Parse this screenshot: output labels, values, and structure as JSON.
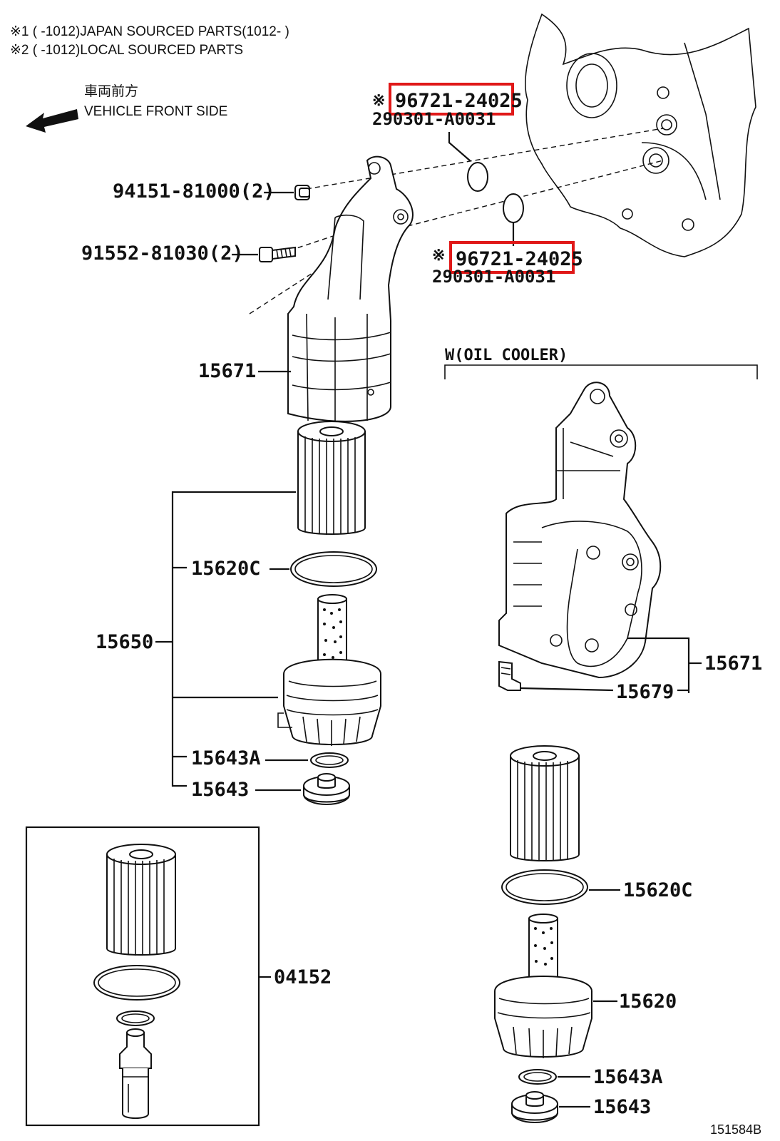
{
  "notes": {
    "line1": "※1 (      -1012)JAPAN SOURCED PARTS(1012-        )",
    "line2": "※2 (      -1012)LOCAL SOURCED PARTS"
  },
  "direction": {
    "jp": "車両前方",
    "en": "VEHICLE FRONT SIDE",
    "arrow_icon": "arrow-left-icon"
  },
  "labels": {
    "p94151": "94151-81000(2)",
    "p91552": "91552-81030(2)",
    "p96721a": "96721-24025",
    "p90301a": "290301-A0031",
    "p96721b": "96721-24025",
    "p90301b": "290301-A0031",
    "mark": "※",
    "p15671": "15671",
    "p15620c": "15620C",
    "p15650": "15650",
    "p15643a": "15643A",
    "p15643": "15643",
    "w_oil_cooler": "W(OIL COOLER)",
    "p15671_w": "15671",
    "p15679": "15679",
    "p04152": "04152",
    "p15620c_w": "15620C",
    "p15620": "15620",
    "p15643a_w": "15643A",
    "p15643_w": "15643",
    "diagram_id": "151584B"
  },
  "highlight_color": "#e01818"
}
